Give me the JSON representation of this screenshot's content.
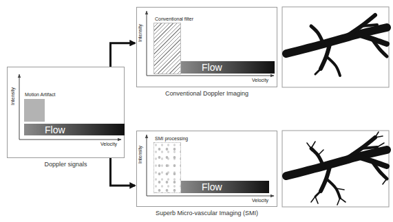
{
  "diagram": {
    "nodes": [
      {
        "text": [
          "Doppler signals"
        ]
      },
      {
        "text": [
          "Motion Artifact"
        ],
        "in": 0
      },
      {
        "text": [
          "Flow"
        ],
        "in": 0
      },
      {
        "text": [
          "Conventional Doppler Imaging"
        ]
      },
      {
        "text": [
          "Conventional filter"
        ],
        "in": 3
      },
      {
        "text": [
          "Flow"
        ],
        "in": 3
      },
      {
        "text": [
          "Superb Micro-vascular Imaging (SMI)"
        ]
      },
      {
        "text": [
          "SMI processing"
        ],
        "in": 6
      },
      {
        "text": [
          "Flow"
        ],
        "in": 6
      }
    ],
    "edges": [
      {
        "from": 0,
        "to": 3,
        "arrow": "to"
      },
      {
        "from": 0,
        "to": 6,
        "arrow": "to"
      }
    ],
    "labels": [
      "Intensity",
      "Velocity",
      "Intensity",
      "Velocity",
      "Intensity",
      "Velocity"
    ]
  }
}
